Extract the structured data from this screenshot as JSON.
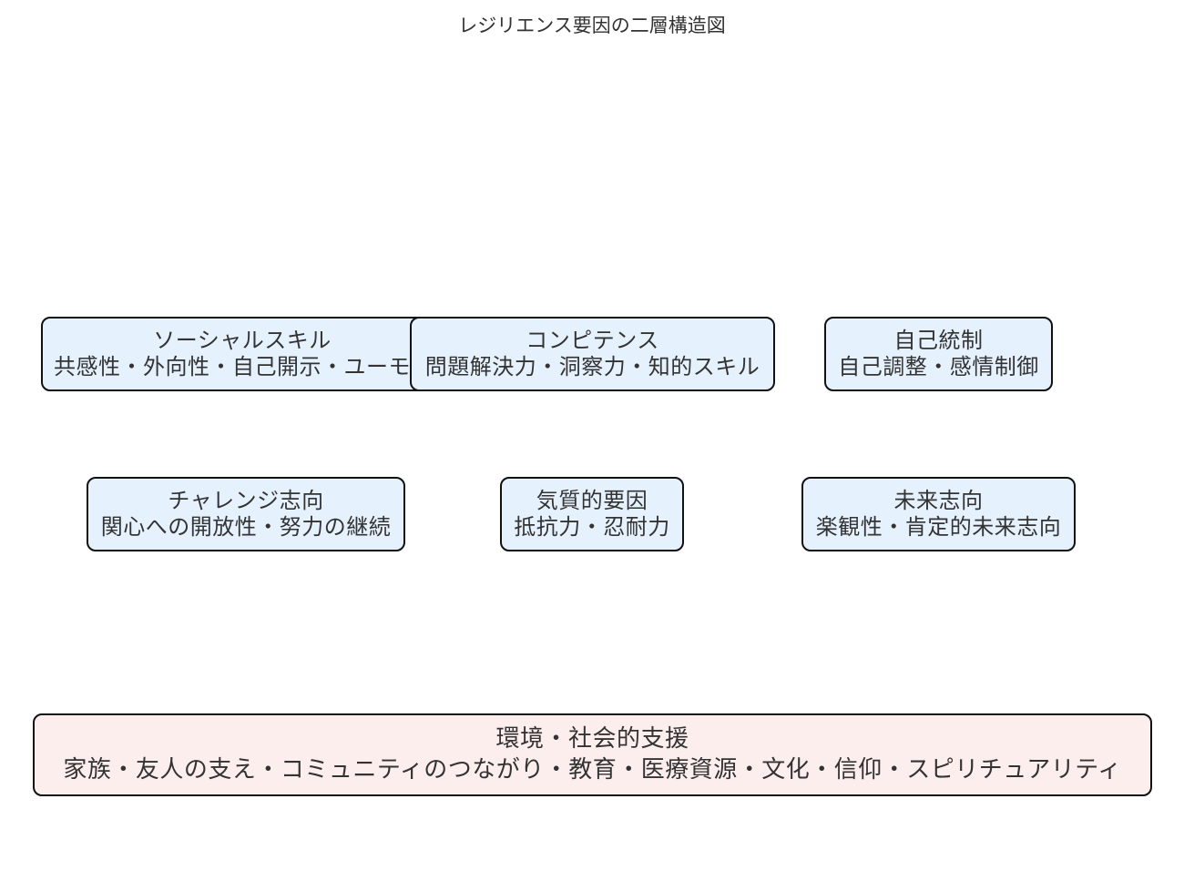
{
  "title": "レジリエンス要因の二層構造図",
  "nodes": {
    "social": {
      "heading": "ソーシャルスキル",
      "detail": "共感性・外向性・自己開示・ユーモア"
    },
    "competence": {
      "heading": "コンピテンス",
      "detail": "問題解決力・洞察力・知的スキル"
    },
    "selfcontrol": {
      "heading": "自己統制",
      "detail": "自己調整・感情制御"
    },
    "challenge": {
      "heading": "チャレンジ志向",
      "detail": "関心への開放性・努力の継続"
    },
    "temperament": {
      "heading": "気質的要因",
      "detail": "抵抗力・忍耐力"
    },
    "future": {
      "heading": "未来志向",
      "detail": "楽観性・肯定的未来志向"
    },
    "environment": {
      "heading": "環境・社会的支援",
      "detail": "家族・友人の支え・コミュニティのつながり・教育・医療資源・文化・信仰・スピリチュアリティ"
    }
  },
  "colors": {
    "individual_fill": "#e6f1fe",
    "environment_fill": "#fdeeee",
    "border": "#111111",
    "text": "#333333"
  }
}
